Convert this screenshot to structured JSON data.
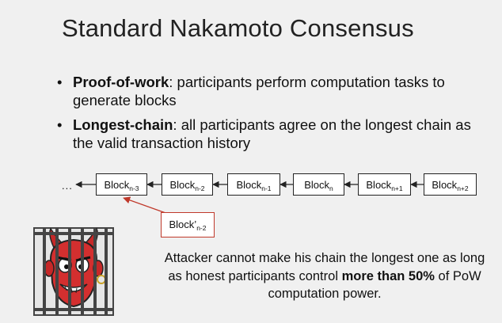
{
  "slide": {
    "title": "Standard Nakamoto Consensus",
    "bullets": [
      {
        "term": "Proof-of-work",
        "text": ": participants perform computation tasks to generate blocks"
      },
      {
        "term": "Longest-chain",
        "text": ": all participants agree on the longest chain as the valid transaction history"
      }
    ]
  },
  "chain": {
    "ellipsis": "...",
    "blocks": [
      {
        "label": "Block",
        "sub": "n-3"
      },
      {
        "label": "Block",
        "sub": "n-2"
      },
      {
        "label": "Block",
        "sub": "n-1"
      },
      {
        "label": "Block",
        "sub": "n"
      },
      {
        "label": "Block",
        "sub": "n+1"
      },
      {
        "label": "Block",
        "sub": "n+2"
      }
    ],
    "fork_block": {
      "label": "Block",
      "prime": "’",
      "sub": "n-2"
    }
  },
  "caption": {
    "part1": "Attacker cannot make his chain the longest one as long as honest participants control ",
    "bold": "more than 50%",
    "part2": " of PoW computation power."
  },
  "colors": {
    "background": "#f0f0f0",
    "fork_border": "#c0392b",
    "devil_red": "#d32f2f"
  }
}
